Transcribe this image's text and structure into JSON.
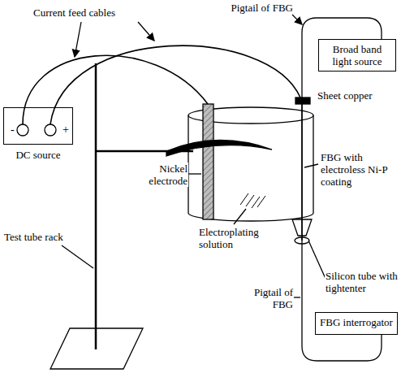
{
  "diagram": {
    "nodes": [
      {
        "text": [
          "-",
          "+",
          "DC source"
        ]
      },
      {
        "text": [
          "Broad band light source"
        ]
      },
      {
        "text": [
          "FBG interrogator"
        ]
      }
    ],
    "labels": [
      "Pigtail of FBG",
      "Current feed cables",
      "Sheet copper",
      "FBG with electroless Ni-P coating",
      "Nickel electrode",
      "Test tube rack",
      "Electroplating solution",
      "Silicon tube with tightenter",
      "Pigtail of FBG"
    ]
  }
}
